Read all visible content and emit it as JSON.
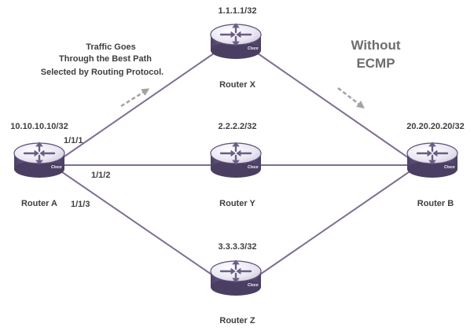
{
  "header": {
    "annotation_lines": [
      "Traffic Goes",
      "Through the Best Path",
      "Selected by Routing Protocol."
    ],
    "mode_lines": [
      "Without",
      "ECMP"
    ]
  },
  "routers": [
    {
      "id": "a",
      "name": "Router A",
      "address": "10.10.10.10/32",
      "brand": "Cisco"
    },
    {
      "id": "x",
      "name": "Router X",
      "address": "1.1.1.1/32",
      "brand": "Cisco"
    },
    {
      "id": "y",
      "name": "Router Y",
      "address": "2.2.2.2/32",
      "brand": "Cisco"
    },
    {
      "id": "z",
      "name": "Router Z",
      "address": "3.3.3.3/32",
      "brand": "Cisco"
    },
    {
      "id": "b",
      "name": "Router B",
      "address": "20.20.20.20/32",
      "brand": "Cisco"
    }
  ],
  "interfaces": [
    "1/1/1",
    "1/1/2",
    "1/1/3"
  ],
  "colors": {
    "router_body": "#6a5d86",
    "router_top": "#e7e4ef",
    "link": "#7e6d94",
    "flow_arrow": "#a3a3a3",
    "text": "#3f3f3f",
    "mode_text": "#6d6d6d"
  },
  "icons": {
    "router": "router-icon",
    "traffic": "dashed-arrow-icon"
  }
}
